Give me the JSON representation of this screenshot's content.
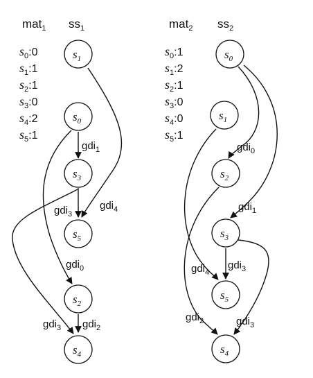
{
  "columns": [
    {
      "mat_header": "mat",
      "mat_sub": "1",
      "ss_header": "ss",
      "ss_sub": "1",
      "mat_entries": [
        {
          "sub": "0",
          "val": "0"
        },
        {
          "sub": "1",
          "val": "1"
        },
        {
          "sub": "2",
          "val": "1"
        },
        {
          "sub": "3",
          "val": "0"
        },
        {
          "sub": "4",
          "val": "2"
        },
        {
          "sub": "5",
          "val": "1"
        }
      ],
      "nodes": [
        {
          "base": "s",
          "sub": "1"
        },
        {
          "base": "s",
          "sub": "0"
        },
        {
          "base": "s",
          "sub": "3"
        },
        {
          "base": "s",
          "sub": "5"
        },
        {
          "base": "s",
          "sub": "2"
        },
        {
          "base": "s",
          "sub": "4"
        }
      ],
      "edge_labels": [
        {
          "base": "gdi",
          "sub": "1"
        },
        {
          "base": "gdi",
          "sub": "4"
        },
        {
          "base": "gdi",
          "sub": "3"
        },
        {
          "base": "gdi",
          "sub": "0"
        },
        {
          "base": "gdi",
          "sub": "3"
        },
        {
          "base": "gdi",
          "sub": "2"
        }
      ]
    },
    {
      "mat_header": "mat",
      "mat_sub": "2",
      "ss_header": "ss",
      "ss_sub": "2",
      "mat_entries": [
        {
          "sub": "0",
          "val": "1"
        },
        {
          "sub": "1",
          "val": "2"
        },
        {
          "sub": "2",
          "val": "1"
        },
        {
          "sub": "3",
          "val": "0"
        },
        {
          "sub": "4",
          "val": "0"
        },
        {
          "sub": "5",
          "val": "1"
        }
      ],
      "nodes": [
        {
          "base": "s",
          "sub": "0"
        },
        {
          "base": "s",
          "sub": "1"
        },
        {
          "base": "s",
          "sub": "2"
        },
        {
          "base": "s",
          "sub": "3"
        },
        {
          "base": "s",
          "sub": "5"
        },
        {
          "base": "s",
          "sub": "4"
        }
      ],
      "edge_labels": [
        {
          "base": "gdi",
          "sub": "0"
        },
        {
          "base": "gdi",
          "sub": "1"
        },
        {
          "base": "gdi",
          "sub": "3"
        },
        {
          "base": "gdi",
          "sub": "4"
        },
        {
          "base": "gdi",
          "sub": "2"
        },
        {
          "base": "gdi",
          "sub": "3"
        }
      ]
    }
  ]
}
